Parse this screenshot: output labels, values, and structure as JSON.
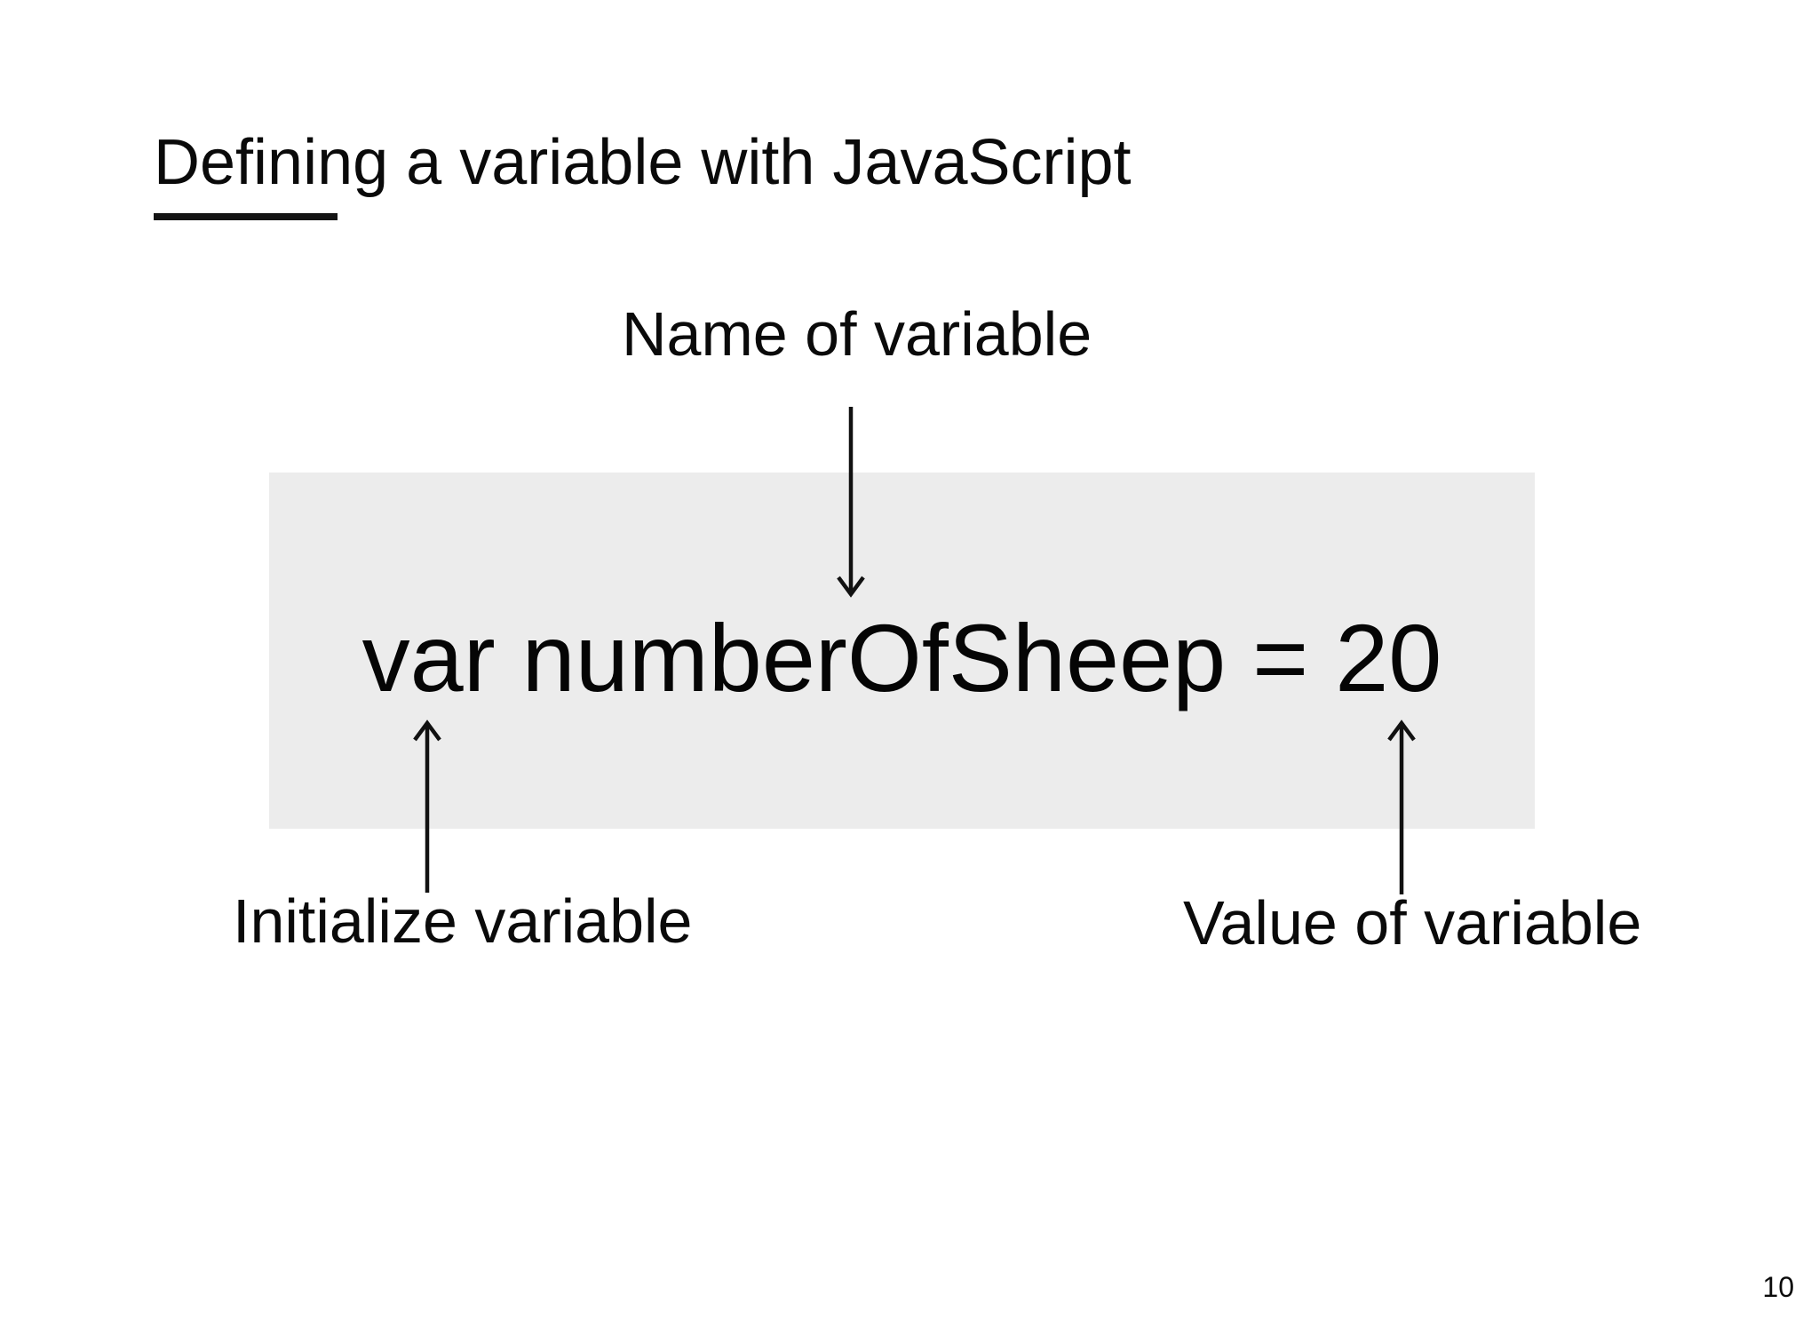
{
  "slide": {
    "title": "Defining a variable with JavaScript",
    "code_line": "var numberOfSheep = 20",
    "labels": {
      "name_of_variable": "Name of variable",
      "initialize_variable": "Initialize variable",
      "value_of_variable": "Value of variable"
    },
    "page_number": "10",
    "colors": {
      "background": "#ffffff",
      "code_box_background": "#ececec",
      "text": "#0a0a0a",
      "arrow": "#111111"
    }
  }
}
